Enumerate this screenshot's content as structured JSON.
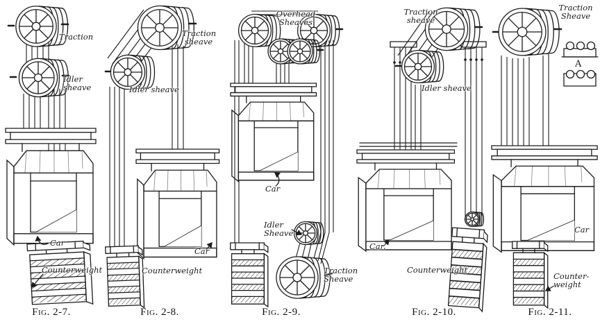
{
  "plate": {
    "description": "Elevator roping arrangement figures",
    "ink_color": "#1b1b1b",
    "paper_color": "#ffffff"
  },
  "figures": [
    {
      "caption": "Fig. 2-7.",
      "labels": {
        "traction": "Traction",
        "idler": "Idler\nsheave",
        "car": "Car",
        "counterweight": "Counterweight"
      }
    },
    {
      "caption": "Fig. 2-8.",
      "labels": {
        "traction": "Traction\nsheave",
        "idler": "Idler sheave",
        "car": "Car",
        "counterweight": "Counterweight"
      }
    },
    {
      "caption": "Fig. 2-9.",
      "labels": {
        "overhead": "Overhead\nSheaves",
        "car": "Car",
        "idler": "Idler\nSheave",
        "traction": "Traction\nSheave"
      }
    },
    {
      "caption": "Fig. 2-10.",
      "labels": {
        "traction": "Traction\nsheave",
        "idler": "Idler sheave",
        "car": "Car.",
        "counterweight": "Counterweight"
      }
    },
    {
      "caption": "Fig. 2-11.",
      "labels": {
        "traction": "Traction\nSheave",
        "detail": "A",
        "car": "Car",
        "counterweight": "Counter-\nweight"
      }
    }
  ]
}
